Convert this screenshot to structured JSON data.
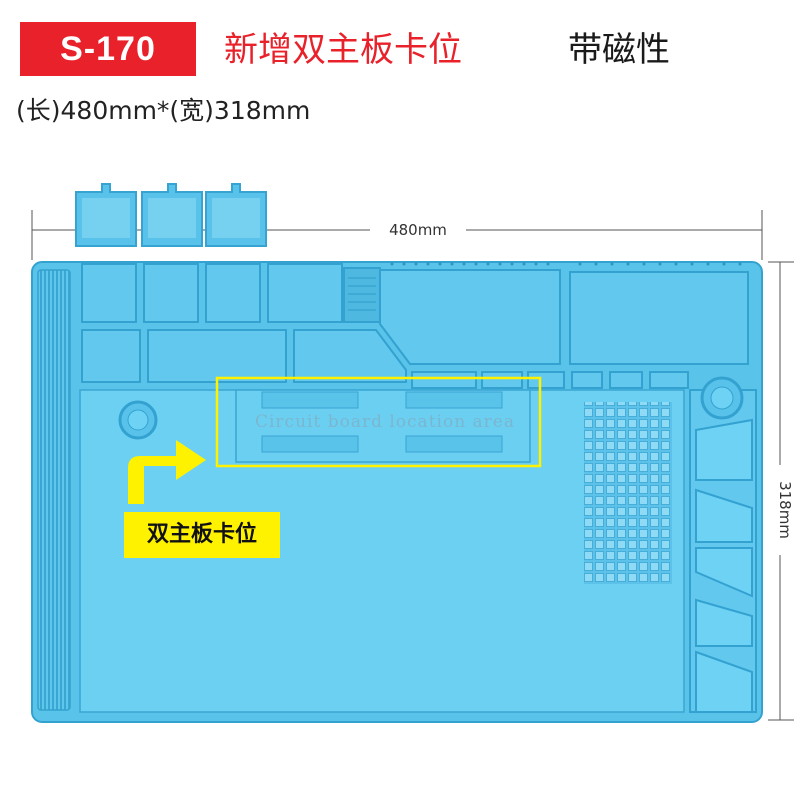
{
  "header": {
    "model": "S-170",
    "title_red": "新增双主板卡位",
    "title_black": "带磁性",
    "dimensions": "(长)480mm*(宽)318mm"
  },
  "mat": {
    "width_label": "480mm",
    "height_label": "318mm",
    "area_text": "Circuit board location area",
    "callout_label": "双主板卡位"
  },
  "colors": {
    "badge": "#e8212a",
    "mat_blue": "#59c3ea",
    "mat_dark": "#3aa6d3",
    "highlight": "#fff200"
  }
}
